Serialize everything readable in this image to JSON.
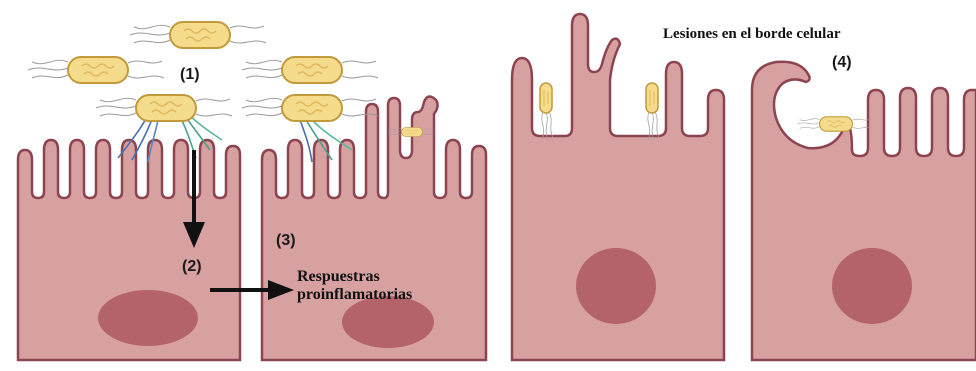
{
  "labels": {
    "step1": "(1)",
    "step2": "(2)",
    "step3": "(3)",
    "step4": "(4)",
    "responses_line1": "Respuestras",
    "responses_line2": "proinflamatorias",
    "lesions": "Lesiones en el borde celular"
  },
  "colors": {
    "cell_fill": "#d8a1a1",
    "cell_stroke": "#8c4550",
    "nucleus": "#b4636a",
    "bacterium_fill": "#f4dc8c",
    "bacterium_stroke": "#c29a3c",
    "flagellum": "#9a9a9a",
    "receptor_blue": "#4a6fb0",
    "receptor_teal": "#4aa08a",
    "arrow": "#111111"
  },
  "icons": [
    "bacterium-icon",
    "arrow-down-icon",
    "arrow-right-icon",
    "receptor-icon"
  ]
}
